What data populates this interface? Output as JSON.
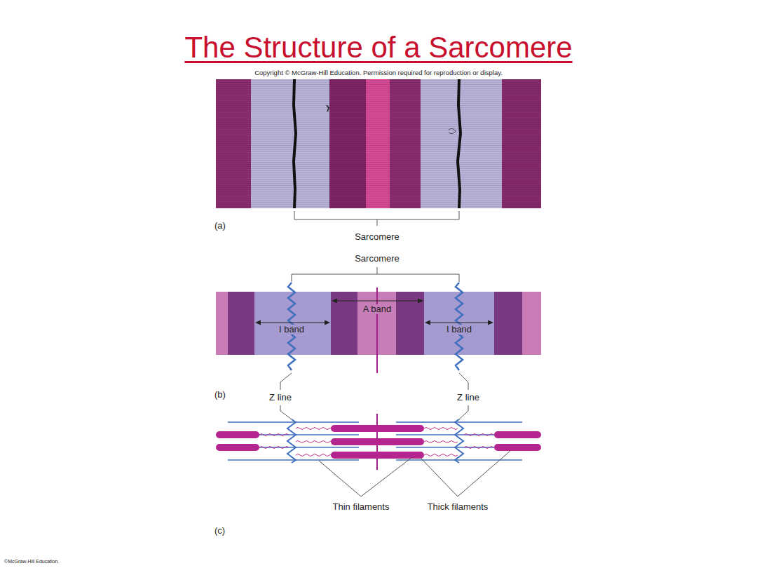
{
  "diagram": {
    "title": "The Structure of a Sarcomere",
    "labels": [
      "Copyright © McGraw-Hill Education. Permission required for reproduction or display.",
      "(a)",
      "Sarcomere",
      "Sarcomere",
      "A band",
      "I band",
      "I band",
      "(b)",
      "Z line",
      "Z line",
      "Thin filaments",
      "Thick filaments",
      "(c)",
      "©McGraw-Hill Education."
    ]
  }
}
